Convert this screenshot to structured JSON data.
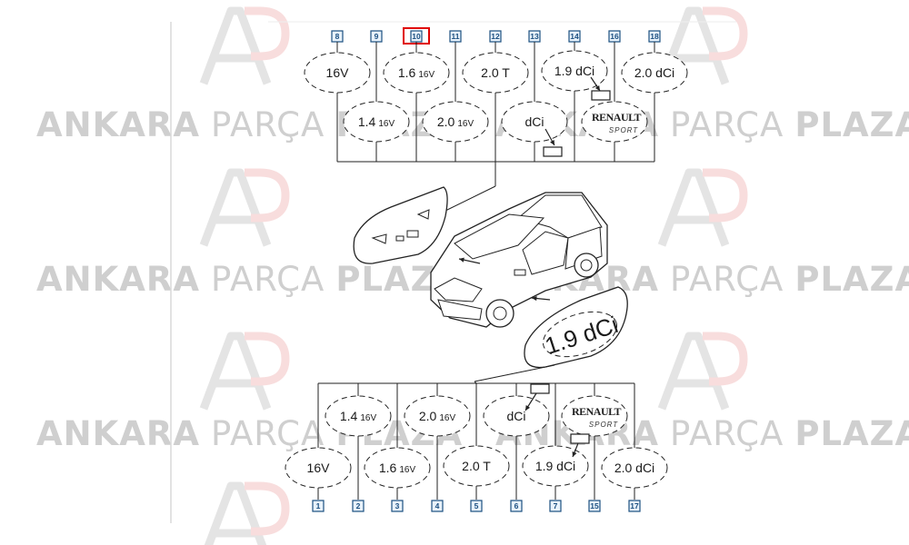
{
  "watermark": {
    "logo_text": "AP",
    "parts": [
      {
        "text": "ANKARA",
        "weight": "bold"
      },
      {
        "text": "PARÇA",
        "weight": "normal"
      },
      {
        "text": "PLAZA",
        "weight": "bold"
      }
    ],
    "color": "#cfcfcf"
  },
  "colors": {
    "line": "#222222",
    "callout_fill": "#e8f2fb",
    "callout_stroke": "#1b4f80",
    "highlight": "#e00000"
  },
  "highlighted_ref": "10",
  "top_refs": [
    "8",
    "9",
    "10",
    "11",
    "12",
    "13",
    "14",
    "16",
    "18"
  ],
  "top_badges_row1": [
    {
      "main": "16V",
      "suffix": ""
    },
    {
      "main": "1.6",
      "suffix": "16V"
    },
    {
      "main": "2.0 T",
      "suffix": ""
    },
    {
      "main": "1.9 dCi",
      "suffix": ""
    },
    {
      "main": "2.0 dCi",
      "suffix": ""
    }
  ],
  "top_badges_row2": [
    {
      "main": "1.4",
      "suffix": "16V"
    },
    {
      "main": "2.0",
      "suffix": "16V"
    },
    {
      "main": "dCi",
      "suffix": ""
    },
    {
      "main": "RENAULT",
      "suffix": "SPORT",
      "logo": true
    }
  ],
  "bottom_refs": [
    "1",
    "2",
    "3",
    "4",
    "5",
    "6",
    "7",
    "15",
    "17"
  ],
  "bottom_badges_row1": [
    {
      "main": "1.4",
      "suffix": "16V"
    },
    {
      "main": "2.0",
      "suffix": "16V"
    },
    {
      "main": "dCi",
      "suffix": ""
    },
    {
      "main": "RENAULT",
      "suffix": "SPORT",
      "logo": true
    }
  ],
  "bottom_badges_row2": [
    {
      "main": "16V",
      "suffix": ""
    },
    {
      "main": "1.6",
      "suffix": "16V"
    },
    {
      "main": "2.0 T",
      "suffix": ""
    },
    {
      "main": "1.9 dCi",
      "suffix": ""
    },
    {
      "main": "2.0 dCi",
      "suffix": ""
    }
  ],
  "side_badge_text": "1.9 dCi"
}
